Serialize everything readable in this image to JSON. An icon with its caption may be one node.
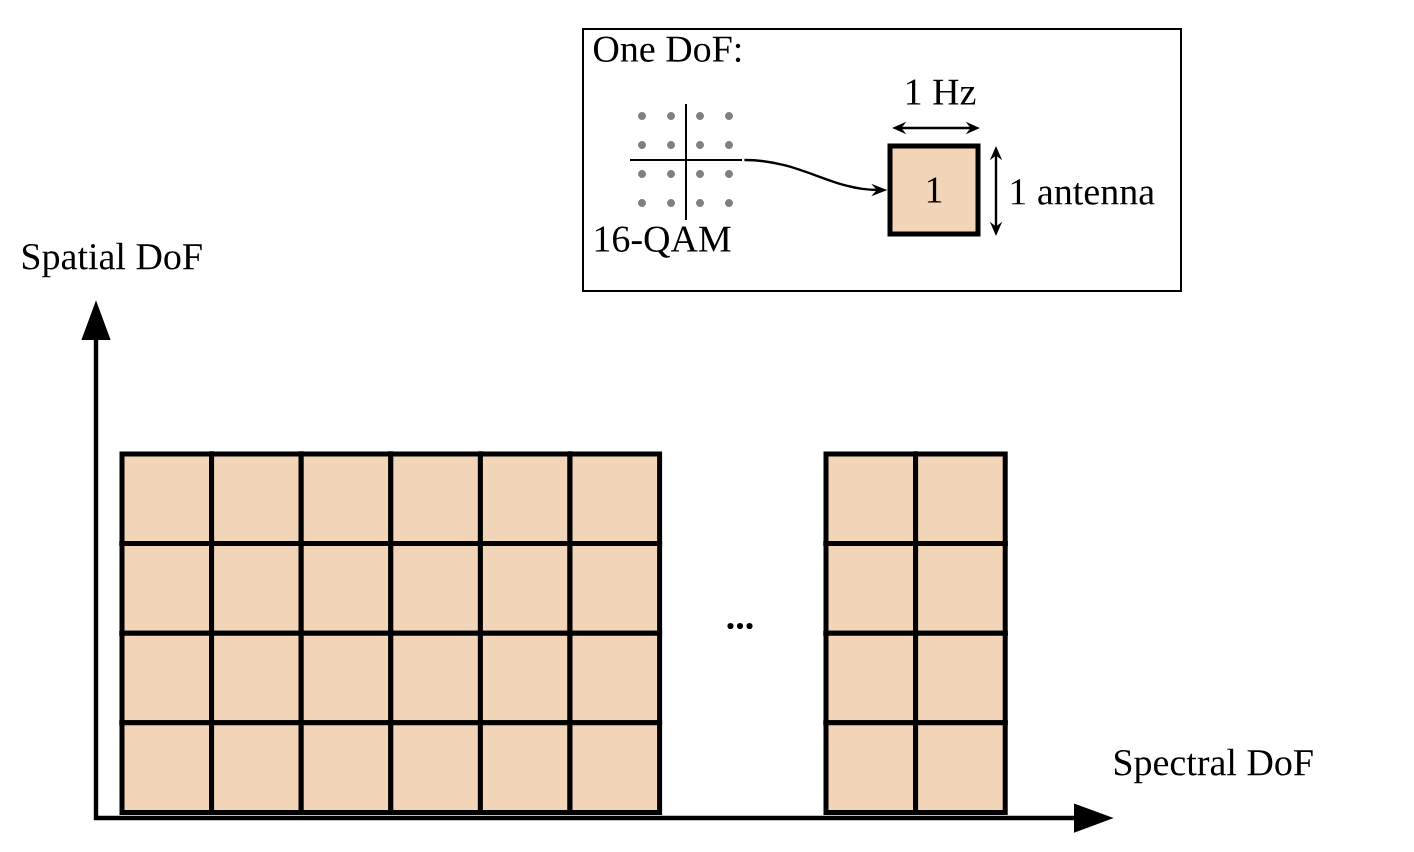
{
  "diagram": {
    "nodes": [
      {
        "text": [
          "One DoF:"
        ]
      },
      {
        "text": [],
        "shape": "picture",
        "in": 0,
        "beside": [
          "16-QAM"
        ]
      },
      {
        "text": [
          "1"
        ],
        "in": 0
      },
      {
        "text": [],
        "shape": "box"
      },
      {
        "text": [],
        "shape": "box"
      },
      {
        "text": [],
        "shape": "box"
      },
      {
        "text": [],
        "shape": "box"
      },
      {
        "text": [],
        "shape": "box"
      },
      {
        "text": [],
        "shape": "box"
      },
      {
        "text": [],
        "shape": "box"
      },
      {
        "text": [],
        "shape": "box"
      },
      {
        "text": [],
        "shape": "box"
      },
      {
        "text": [],
        "shape": "box"
      },
      {
        "text": [],
        "shape": "box"
      },
      {
        "text": [],
        "shape": "box"
      },
      {
        "text": [],
        "shape": "box"
      },
      {
        "text": [],
        "shape": "box"
      },
      {
        "text": [],
        "shape": "box"
      },
      {
        "text": [],
        "shape": "box"
      },
      {
        "text": [],
        "shape": "box"
      },
      {
        "text": [],
        "shape": "box"
      },
      {
        "text": [],
        "shape": "box"
      },
      {
        "text": [],
        "shape": "box"
      },
      {
        "text": [],
        "shape": "box"
      },
      {
        "text": [],
        "shape": "box"
      },
      {
        "text": [],
        "shape": "box"
      },
      {
        "text": [],
        "shape": "box"
      },
      {
        "text": [],
        "shape": "box"
      },
      {
        "text": [],
        "shape": "box"
      },
      {
        "text": [],
        "shape": "box"
      },
      {
        "text": [],
        "shape": "box"
      },
      {
        "text": [],
        "shape": "box"
      },
      {
        "text": [],
        "shape": "box"
      },
      {
        "text": [],
        "shape": "box"
      },
      {
        "text": [],
        "shape": "box"
      }
    ],
    "edges": [
      {
        "from": 1,
        "to": 2,
        "arrow": "to"
      }
    ],
    "labels": [
      "1 Hz",
      "1 antenna",
      "Spatial DoF",
      "...",
      "Spectral DoF"
    ]
  }
}
